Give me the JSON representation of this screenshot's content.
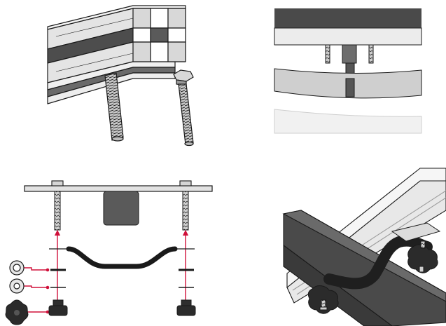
{
  "figure": {
    "panels": [
      {
        "id": "rail-bolt-insertion",
        "icons": [
          "aluminium-rail-icon",
          "t-bolt-icon",
          "hex-bolt-icon"
        ]
      },
      {
        "id": "bolts-under-rail-end-view",
        "icons": [
          "rail-icon",
          "bolt-icon",
          "crossbar-icon"
        ]
      },
      {
        "id": "exploded-mounting-diagram",
        "icons": [
          "mounting-plate-icon",
          "bolt-icon",
          "u-bracket-icon",
          "spring-washer-icon",
          "flat-washer-icon",
          "star-knob-icon"
        ]
      },
      {
        "id": "assembled-clamp-view",
        "icons": [
          "roof-rail-icon",
          "crossbar-icon",
          "u-bracket-icon",
          "star-knob-icon"
        ]
      }
    ],
    "colors": {
      "line": "#1a1a1a",
      "rail_light": "#e6e6e6",
      "rail_mid": "#cfcfcf",
      "rail_dark": "#4a4a4a",
      "bracket": "#2b2b2b",
      "arrow": "#d0103a",
      "bolt_fill": "#bdbdbd"
    }
  }
}
